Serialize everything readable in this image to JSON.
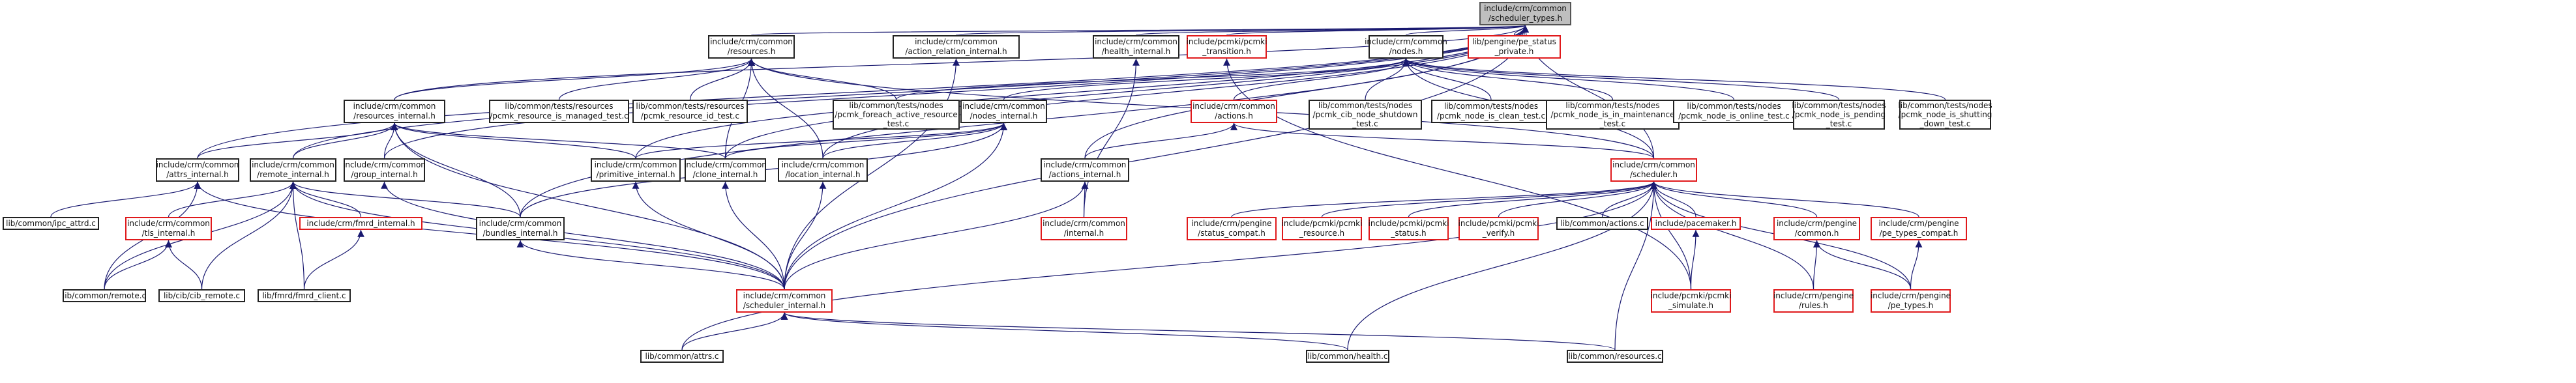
{
  "colors": {
    "edge": "#191970",
    "border": "#222222",
    "red_border": "#e0191b",
    "root_fill": "#bfbfbf"
  },
  "nodes": {
    "root": {
      "label": "include/crm/common\n/scheduler_types.h",
      "style": "root"
    },
    "resources_h": {
      "label": "include/crm/common\n/resources.h"
    },
    "action_relation_internal": {
      "label": "include/crm/common\n/action_relation_internal.h"
    },
    "health_internal": {
      "label": "include/crm/common\n/health_internal.h"
    },
    "pcmki_transition": {
      "label": "include/pcmki/pcmki\n_transition.h",
      "style": "red"
    },
    "nodes_h": {
      "label": "include/crm/common\n/nodes.h"
    },
    "pe_status_private": {
      "label": "lib/pengine/pe_status\n_private.h",
      "style": "red"
    },
    "resources_internal": {
      "label": "include/crm/common\n/resources_internal.h"
    },
    "test_is_managed": {
      "label": "lib/common/tests/resources\n/pcmk_resource_is_managed_test.c"
    },
    "test_id": {
      "label": "lib/common/tests/resources\n/pcmk_resource_id_test.c"
    },
    "test_foreach": {
      "label": "lib/common/tests/nodes\n/pcmk_foreach_active_resource\n_test.c"
    },
    "nodes_internal": {
      "label": "include/crm/common\n/nodes_internal.h"
    },
    "actions_h": {
      "label": "include/crm/common\n/actions.h",
      "style": "red"
    },
    "test_cib_shutdown": {
      "label": "lib/common/tests/nodes\n/pcmk_cib_node_shutdown\n_test.c"
    },
    "test_clean": {
      "label": "lib/common/tests/nodes\n/pcmk_node_is_clean_test.c"
    },
    "test_maint": {
      "label": "lib/common/tests/nodes\n/pcmk_node_is_in_maintenance\n_test.c"
    },
    "test_online": {
      "label": "lib/common/tests/nodes\n/pcmk_node_is_online_test.c"
    },
    "test_pending": {
      "label": "lib/common/tests/nodes\n/pcmk_node_is_pending\n_test.c"
    },
    "test_shutting": {
      "label": "lib/common/tests/nodes\n/pcmk_node_is_shutting\n_down_test.c"
    },
    "attrs_internal": {
      "label": "include/crm/common\n/attrs_internal.h"
    },
    "remote_internal": {
      "label": "include/crm/common\n/remote_internal.h"
    },
    "group_internal": {
      "label": "include/crm/common\n/group_internal.h"
    },
    "primitive_internal": {
      "label": "include/crm/common\n/primitive_internal.h"
    },
    "clone_internal": {
      "label": "include/crm/common\n/clone_internal.h"
    },
    "location_internal": {
      "label": "include/crm/common\n/location_internal.h"
    },
    "actions_internal": {
      "label": "include/crm/common\n/actions_internal.h"
    },
    "scheduler_h": {
      "label": "include/crm/common\n/scheduler.h",
      "style": "red"
    },
    "ipc_attrd": {
      "label": "lib/common/ipc_attrd.c"
    },
    "tls_internal": {
      "label": "include/crm/common\n/tls_internal.h",
      "style": "red"
    },
    "fmrd_internal": {
      "label": "include/crm/fmrd_internal.h",
      "style": "red"
    },
    "bundles_internal": {
      "label": "include/crm/common\n/bundles_internal.h"
    },
    "internal_h": {
      "label": "include/crm/common\n/internal.h",
      "style": "red"
    },
    "status_compat": {
      "label": "include/crm/pengine\n/status_compat.h",
      "style": "red"
    },
    "pcmki_resource": {
      "label": "include/pcmki/pcmki\n_resource.h",
      "style": "red"
    },
    "pcmki_status": {
      "label": "include/pcmki/pcmki\n_status.h",
      "style": "red"
    },
    "pcmki_verify": {
      "label": "include/pcmki/pcmki\n_verify.h",
      "style": "red"
    },
    "actions_c": {
      "label": "lib/common/actions.c"
    },
    "pacemaker_h": {
      "label": "include/pacemaker.h",
      "style": "red"
    },
    "pengine_common": {
      "label": "include/crm/pengine\n/common.h",
      "style": "red"
    },
    "pe_types_compat": {
      "label": "include/crm/pengine\n/pe_types_compat.h",
      "style": "red"
    },
    "remote_c": {
      "label": "lib/common/remote.c"
    },
    "cib_remote": {
      "label": "lib/cib/cib_remote.c"
    },
    "fmrd_client": {
      "label": "lib/fmrd/fmrd_client.c"
    },
    "scheduler_internal": {
      "label": "include/crm/common\n/scheduler_internal.h",
      "style": "red"
    },
    "pcmki_simulate": {
      "label": "include/pcmki/pcmki\n_simulate.h",
      "style": "red"
    },
    "rules_h": {
      "label": "include/crm/pengine\n/rules.h",
      "style": "red"
    },
    "pe_types": {
      "label": "include/crm/pengine\n/pe_types.h",
      "style": "red"
    },
    "attrs_c": {
      "label": "lib/common/attrs.c"
    },
    "health_c": {
      "label": "lib/common/health.c"
    },
    "resources_c": {
      "label": "lib/common/resources.c"
    }
  },
  "edges": [
    [
      "resources_h",
      "root"
    ],
    [
      "action_relation_internal",
      "root"
    ],
    [
      "health_internal",
      "root"
    ],
    [
      "pcmki_transition",
      "root"
    ],
    [
      "nodes_h",
      "root"
    ],
    [
      "pe_status_private",
      "root"
    ],
    [
      "resources_internal",
      "root"
    ],
    [
      "attrs_internal",
      "root"
    ],
    [
      "remote_internal",
      "root"
    ],
    [
      "group_internal",
      "root"
    ],
    [
      "primitive_internal",
      "root"
    ],
    [
      "clone_internal",
      "root"
    ],
    [
      "location_internal",
      "root"
    ],
    [
      "actions_internal",
      "root"
    ],
    [
      "scheduler_h",
      "root"
    ],
    [
      "bundles_internal",
      "root"
    ],
    [
      "scheduler_internal",
      "root"
    ],
    [
      "resources_internal",
      "resources_h"
    ],
    [
      "test_is_managed",
      "resources_h"
    ],
    [
      "test_id",
      "resources_h"
    ],
    [
      "test_foreach",
      "resources_h"
    ],
    [
      "clone_internal",
      "resources_h"
    ],
    [
      "location_internal",
      "resources_h"
    ],
    [
      "scheduler_h",
      "resources_h"
    ],
    [
      "scheduler_internal",
      "action_relation_internal"
    ],
    [
      "internal_h",
      "health_internal"
    ],
    [
      "pcmki_simulate",
      "pcmki_transition"
    ],
    [
      "nodes_internal",
      "nodes_h"
    ],
    [
      "actions_h",
      "nodes_h"
    ],
    [
      "test_cib_shutdown",
      "nodes_h"
    ],
    [
      "test_clean",
      "nodes_h"
    ],
    [
      "test_maint",
      "nodes_h"
    ],
    [
      "test_online",
      "nodes_h"
    ],
    [
      "test_pending",
      "nodes_h"
    ],
    [
      "test_shutting",
      "nodes_h"
    ],
    [
      "scheduler_h",
      "nodes_h"
    ],
    [
      "test_foreach",
      "nodes_h"
    ],
    [
      "attrs_internal",
      "resources_internal"
    ],
    [
      "remote_internal",
      "resources_internal"
    ],
    [
      "group_internal",
      "resources_internal"
    ],
    [
      "primitive_internal",
      "resources_internal"
    ],
    [
      "clone_internal",
      "resources_internal"
    ],
    [
      "bundles_internal",
      "resources_internal"
    ],
    [
      "scheduler_internal",
      "resources_internal"
    ],
    [
      "primitive_internal",
      "nodes_internal"
    ],
    [
      "clone_internal",
      "nodes_internal"
    ],
    [
      "location_internal",
      "nodes_internal"
    ],
    [
      "bundles_internal",
      "nodes_internal"
    ],
    [
      "scheduler_internal",
      "nodes_internal"
    ],
    [
      "actions_internal",
      "actions_h"
    ],
    [
      "scheduler_h",
      "actions_h"
    ],
    [
      "ipc_attrd",
      "attrs_internal"
    ],
    [
      "remote_c",
      "attrs_internal"
    ],
    [
      "scheduler_internal",
      "attrs_internal"
    ],
    [
      "tls_internal",
      "remote_internal"
    ],
    [
      "fmrd_internal",
      "remote_internal"
    ],
    [
      "bundles_internal",
      "remote_internal"
    ],
    [
      "scheduler_internal",
      "remote_internal"
    ],
    [
      "remote_c",
      "remote_internal"
    ],
    [
      "cib_remote",
      "remote_internal"
    ],
    [
      "fmrd_client",
      "remote_internal"
    ],
    [
      "scheduler_internal",
      "group_internal"
    ],
    [
      "scheduler_internal",
      "primitive_internal"
    ],
    [
      "scheduler_internal",
      "clone_internal"
    ],
    [
      "scheduler_internal",
      "location_internal"
    ],
    [
      "scheduler_internal",
      "actions_internal"
    ],
    [
      "internal_h",
      "actions_internal"
    ],
    [
      "status_compat",
      "scheduler_h"
    ],
    [
      "pcmki_resource",
      "scheduler_h"
    ],
    [
      "pcmki_status",
      "scheduler_h"
    ],
    [
      "pcmki_verify",
      "scheduler_h"
    ],
    [
      "actions_c",
      "scheduler_h"
    ],
    [
      "pacemaker_h",
      "scheduler_h"
    ],
    [
      "pengine_common",
      "scheduler_h"
    ],
    [
      "pe_types_compat",
      "scheduler_h"
    ],
    [
      "pe_types",
      "scheduler_h"
    ],
    [
      "rules_h",
      "scheduler_h"
    ],
    [
      "pcmki_simulate",
      "scheduler_h"
    ],
    [
      "attrs_c",
      "scheduler_h"
    ],
    [
      "health_c",
      "scheduler_h"
    ],
    [
      "resources_c",
      "scheduler_h"
    ],
    [
      "remote_c",
      "tls_internal"
    ],
    [
      "cib_remote",
      "tls_internal"
    ],
    [
      "fmrd_client",
      "fmrd_internal"
    ],
    [
      "scheduler_internal",
      "bundles_internal"
    ],
    [
      "pcmki_simulate",
      "pacemaker_h"
    ],
    [
      "rules_h",
      "pengine_common"
    ],
    [
      "pe_types",
      "pengine_common"
    ],
    [
      "pe_types",
      "pe_types_compat"
    ],
    [
      "attrs_c",
      "scheduler_internal"
    ],
    [
      "health_c",
      "scheduler_internal"
    ],
    [
      "resources_c",
      "scheduler_internal"
    ]
  ]
}
